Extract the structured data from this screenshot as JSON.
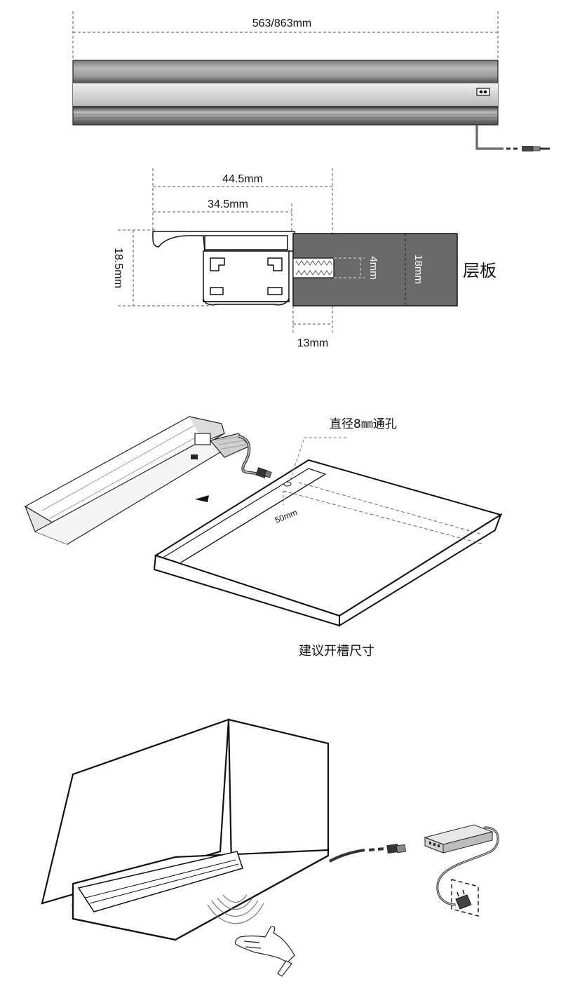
{
  "top_bar": {
    "length_label": "563/863mm"
  },
  "cross_section": {
    "width_total_label": "44.5mm",
    "width_profile_label": "34.5mm",
    "height_label": "18.5mm",
    "slot_height_label": "4mm",
    "board_thickness_label": "18mm",
    "board_label": "层板",
    "slot_depth_label": "13mm"
  },
  "installation": {
    "hole_label": "直径8㎜通孔",
    "offset_label": "50mm",
    "caption": "建议开槽尺寸"
  },
  "colors": {
    "board_fill": "#6a6a6a",
    "line": "#111111",
    "aluminium_dark": "#6e6e6e",
    "aluminium_light": "#e2e2e2"
  },
  "icons": [
    "connector-icon",
    "sensor-waves-icon",
    "hand-icon",
    "power-adapter-icon",
    "arrow-icon"
  ]
}
